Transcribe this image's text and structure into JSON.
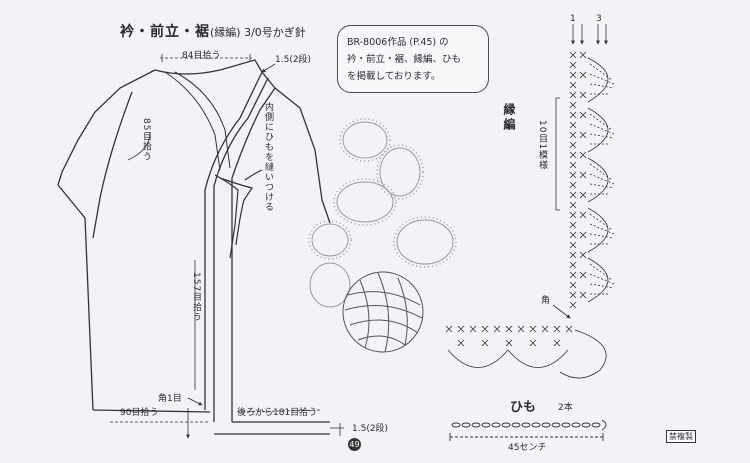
{
  "header": {
    "title": "衿・前立・裾",
    "subtitle": "(縁編) 3/0号かぎ針"
  },
  "note": {
    "line1": "BR-8006作品 (P.45) の",
    "line2": "衿・前立・裾、縁編、ひも",
    "line3": "を掲載しております。"
  },
  "garment_labels": {
    "top_pickup": "84目拾う",
    "rows_top": "1.5(2段)",
    "side_pickup": "85目拾う",
    "inside_note": "内側にひもを縫いつける",
    "front_pickup": "157目拾う",
    "corner": "角1目",
    "bottom_left_pickup": "90目拾う",
    "bottom_back_pickup": "後ろから181目拾う",
    "rows_bottom": "1.5(2段)"
  },
  "edging": {
    "title": "縁編",
    "repeat": "10目1模様",
    "corner": "角",
    "row_marks": [
      "1",
      "3"
    ]
  },
  "cord": {
    "title": "ひも",
    "count": "2本",
    "length": "45センチ"
  },
  "footer": {
    "page_number": "49",
    "badge": "禁複製"
  }
}
